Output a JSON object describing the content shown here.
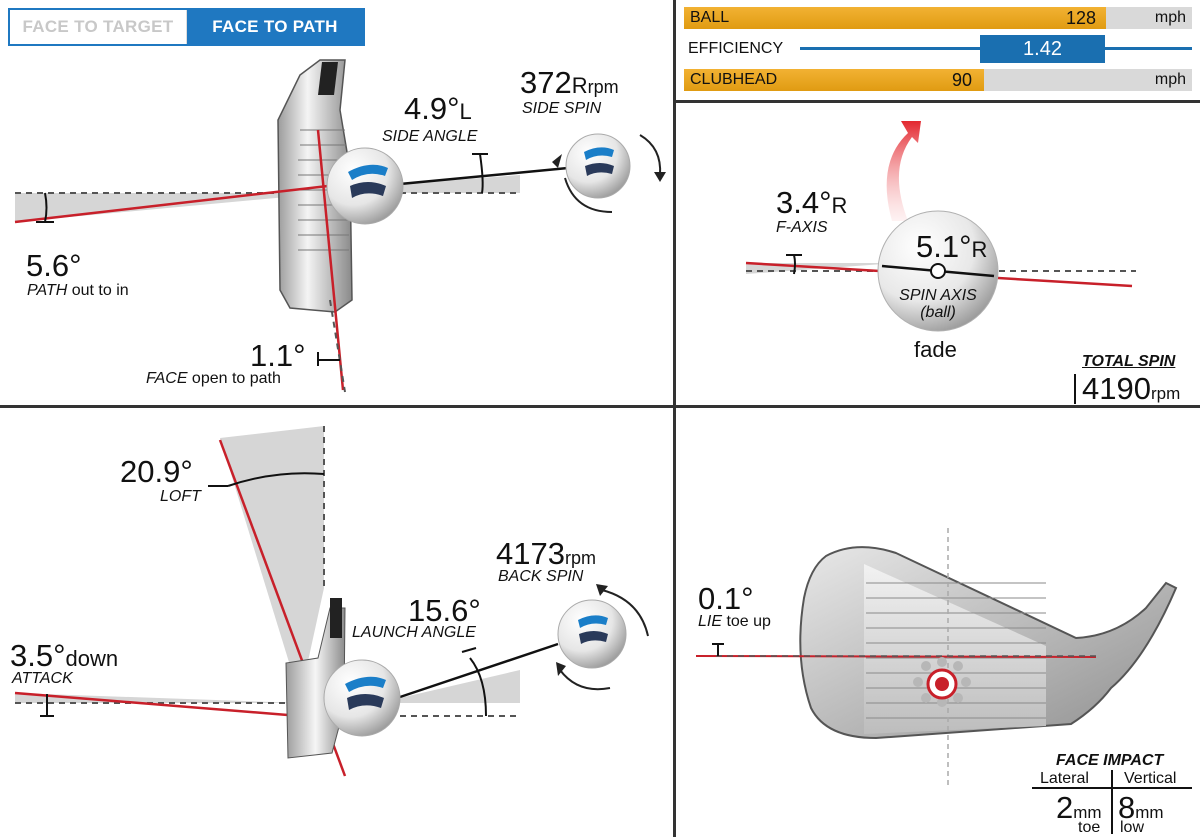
{
  "toggle": {
    "target_label": "FACE TO TARGET",
    "path_label": "FACE TO PATH"
  },
  "metrics": {
    "ball": {
      "label": "BALL",
      "value": "128",
      "unit": "mph",
      "fill": 0.83
    },
    "efficiency": {
      "label": "EFFICIENCY",
      "value": "1.42"
    },
    "clubhead": {
      "label": "CLUBHEAD",
      "value": "90",
      "unit": "mph",
      "fill": 0.59
    }
  },
  "top_view": {
    "side_angle": {
      "value": "4.9°",
      "suffix": "L",
      "label": "SIDE ANGLE"
    },
    "side_spin": {
      "value": "372",
      "suffix": "R",
      "unit": "rpm",
      "label": "SIDE SPIN"
    },
    "path": {
      "value": "5.6°",
      "label_ital": "PATH",
      "label_rest": " out to in"
    },
    "face": {
      "value": "1.1°",
      "label_ital": "FACE",
      "label_rest": " open to path"
    }
  },
  "spin_axis": {
    "f_axis": {
      "value": "3.4°",
      "suffix": "R",
      "label": "F-AXIS"
    },
    "axis": {
      "value": "5.1°",
      "suffix": "R",
      "label_line1": "SPIN AXIS",
      "label_line2": "(ball)"
    },
    "shape": "fade",
    "total_spin": {
      "title": "TOTAL SPIN",
      "value": "4190",
      "unit": "rpm"
    }
  },
  "side_view": {
    "loft": {
      "value": "20.9°",
      "label": "LOFT"
    },
    "attack": {
      "value": "3.5°",
      "suffix": "down",
      "label": "ATTACK"
    },
    "launch_angle": {
      "value": "15.6°",
      "label": "LAUNCH ANGLE"
    },
    "back_spin": {
      "value": "4173",
      "unit": "rpm",
      "label": "BACK SPIN"
    }
  },
  "face_impact": {
    "lie": {
      "value": "0.1°",
      "label_ital": "LIE",
      "label_rest": " toe up"
    },
    "title": "FACE IMPACT",
    "lateral": {
      "header": "Lateral",
      "value": "2",
      "unit": "mm",
      "dir": "toe"
    },
    "vertical": {
      "header": "Vertical",
      "value": "8",
      "unit": "mm",
      "dir": "low"
    }
  },
  "colors": {
    "accent_blue": "#1f78c1",
    "bar_orange": "#e8a420",
    "path_red": "#c8202a"
  }
}
